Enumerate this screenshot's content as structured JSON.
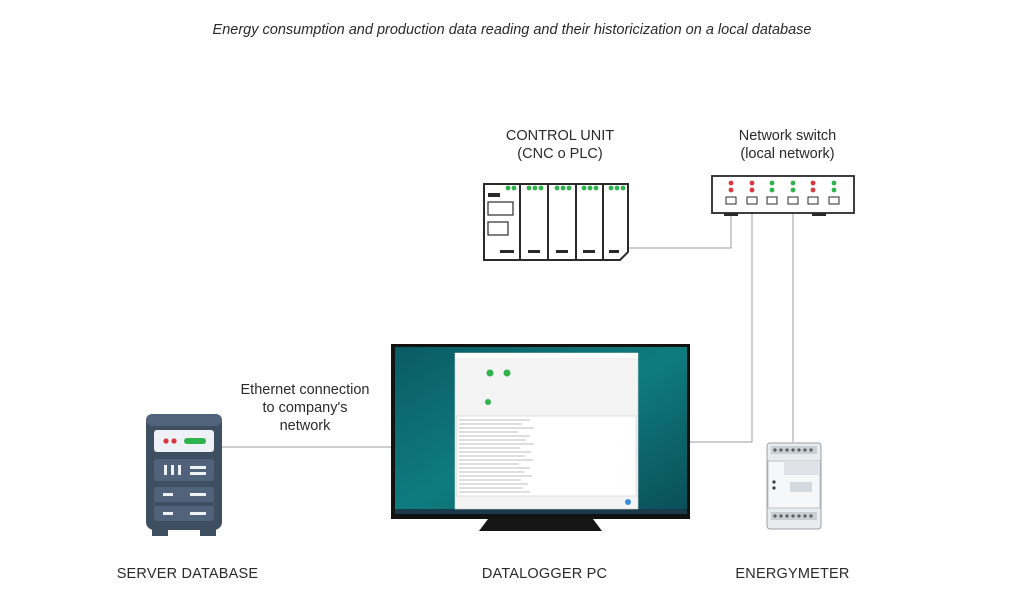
{
  "diagram": {
    "title": "Energy consumption and production data reading and their historicization on a local database",
    "nodes": {
      "control_unit": {
        "line1": "CONTROL UNIT",
        "line2": "(CNC o PLC)"
      },
      "network_switch": {
        "line1": "Network switch",
        "line2": "(local network)"
      },
      "server_database": {
        "caption": "SERVER DATABASE"
      },
      "datalogger_pc": {
        "caption": "DATALOGGER PC"
      },
      "energymeter": {
        "caption": "ENERGYMETER"
      }
    },
    "edges": {
      "ethernet": {
        "line1": "Ethernet connection",
        "line2": "to company's",
        "line3": "network"
      }
    }
  },
  "colors": {
    "server_dark": "#3f4f62",
    "server_mid": "#50637a",
    "led_green": "#2fb34c",
    "led_red": "#d9363e",
    "screen_teal": "#0c6e72",
    "connector": "#9e9e9e"
  }
}
